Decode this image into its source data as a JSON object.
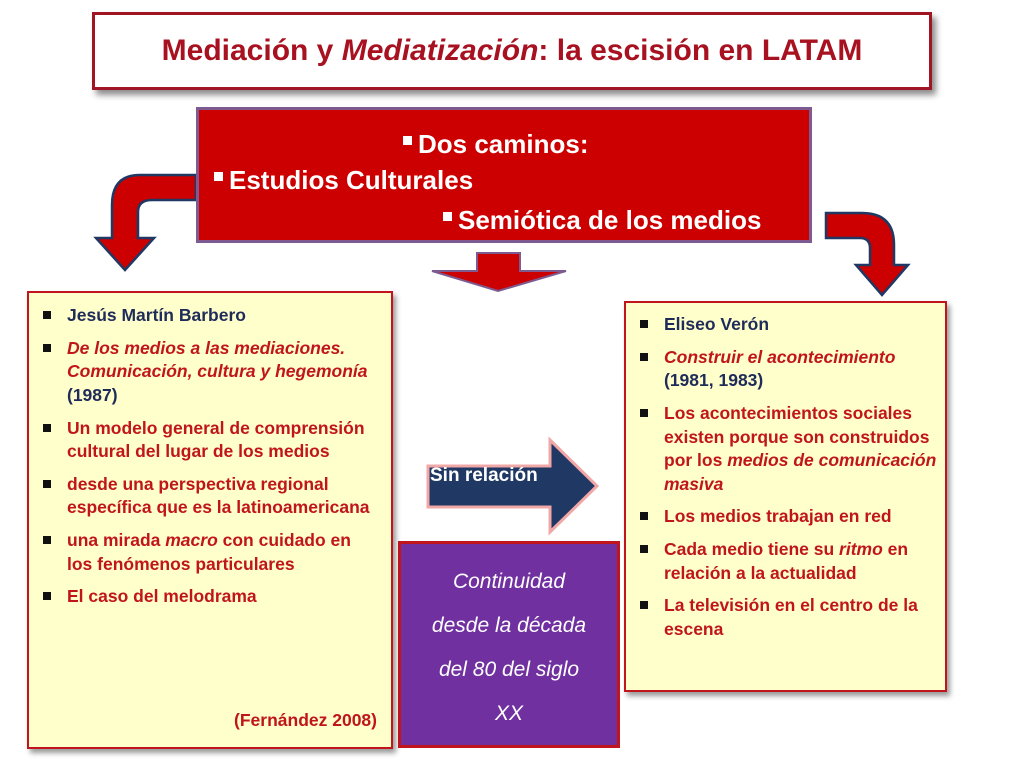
{
  "title": {
    "part1": "Mediación y ",
    "part2_italic": "Mediatización",
    "part3": ": la escisión en LATAM"
  },
  "caminos": {
    "line1": "Dos caminos:",
    "line2": "Estudios Culturales",
    "line3": "Semiótica de los medios"
  },
  "left_panel": {
    "item1": "Jesús Martín Barbero",
    "item2_italic": "De los medios a las mediaciones. Comunicación, cultura y hegemonía",
    "item2_year": " (1987)",
    "item3": "Un modelo general de comprensión cultural del lugar de los medios",
    "item4": "desde una perspectiva regional específica que es la latinoamericana",
    "item5_a": "una mirada ",
    "item5_italic": "macro",
    "item5_b": " con cuidado en los fenómenos particulares",
    "item6": "El caso del melodrama",
    "citation": "(Fernández 2008)"
  },
  "right_panel": {
    "item1": "Eliseo Verón",
    "item2_italic": "Construir el acontecimiento",
    "item2_years": " (1981, 1983)",
    "item3_a": "Los acontecimientos sociales existen porque son construidos por los ",
    "item3_italic": "medios de comunicación masiva",
    "item4": "Los medios trabajan en red",
    "item5_a": "Cada medio tiene su ",
    "item5_italic": "ritmo",
    "item5_b": " en relación a la actualidad",
    "item6": "La televisión en el centro de la escena"
  },
  "sin_relacion": "Sin relación",
  "continuidad": {
    "line1": "Continuidad",
    "line2": "desde la década",
    "line3": "del 80 del siglo",
    "line4": "XX"
  },
  "colors": {
    "title_red": "#a81120",
    "box_red": "#cc0000",
    "panel_bg": "#ffffcc",
    "purple": "#7030a0",
    "navy_arrow": "#1f3864",
    "text_navy": "#1f2b59"
  }
}
